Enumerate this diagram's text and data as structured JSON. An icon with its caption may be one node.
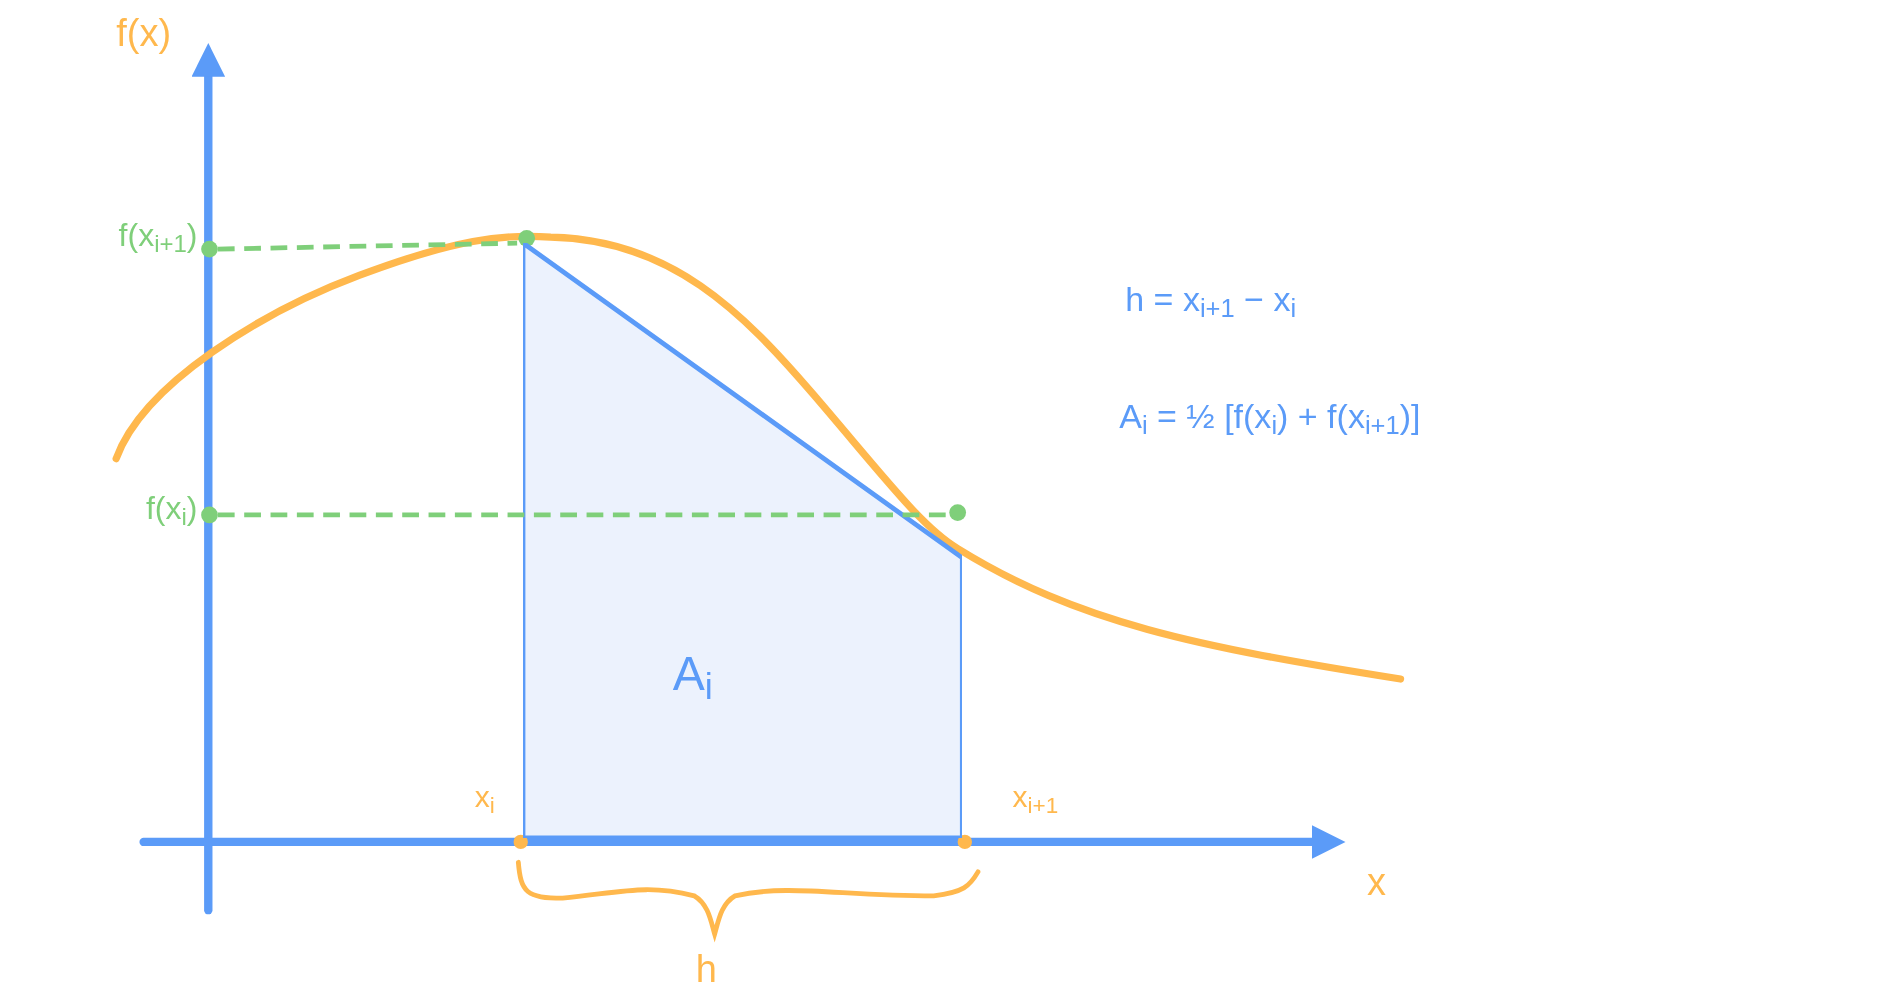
{
  "diagram": {
    "nodes": [
      {
        "text": [
          "A$_{i}$"
        ]
      }
    ],
    "labels": [
      "f(x)",
      "f(x$_{i+1}$)",
      "h = x$_{i+1}$ − x$_{i}$",
      "A$_{i}$ = ½ [f(x$_{i}$) + f(x$_{i+1}$)]",
      "f(x$_{i}$)",
      "x$_{i}$",
      "x$_{i+1}$",
      "x",
      "h"
    ]
  }
}
